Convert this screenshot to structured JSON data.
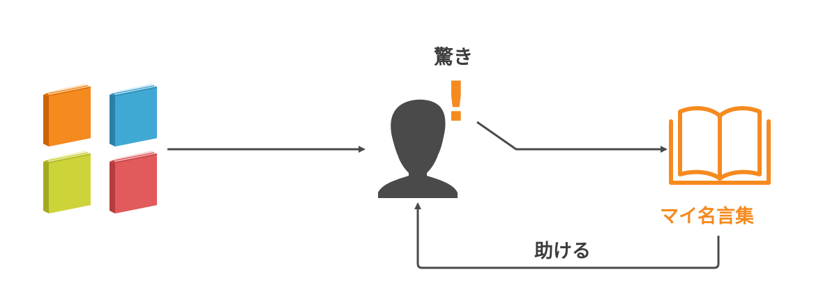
{
  "labels": {
    "surprise": "驚き",
    "exclaim": "!",
    "quote_collection": "マイ名言集",
    "help": "助ける"
  },
  "icons": {
    "books": [
      "book-icon-orange",
      "book-icon-blue",
      "book-icon-lime",
      "book-icon-red"
    ],
    "person": "person-silhouette-icon",
    "open_book": "open-book-icon"
  },
  "colors": {
    "orange": "#f58a1f",
    "blue": "#3fa9d4",
    "lime": "#cdd43a",
    "red": "#e25a5c",
    "dark": "#4a4a4a",
    "arrow": "#4a4a4a"
  }
}
